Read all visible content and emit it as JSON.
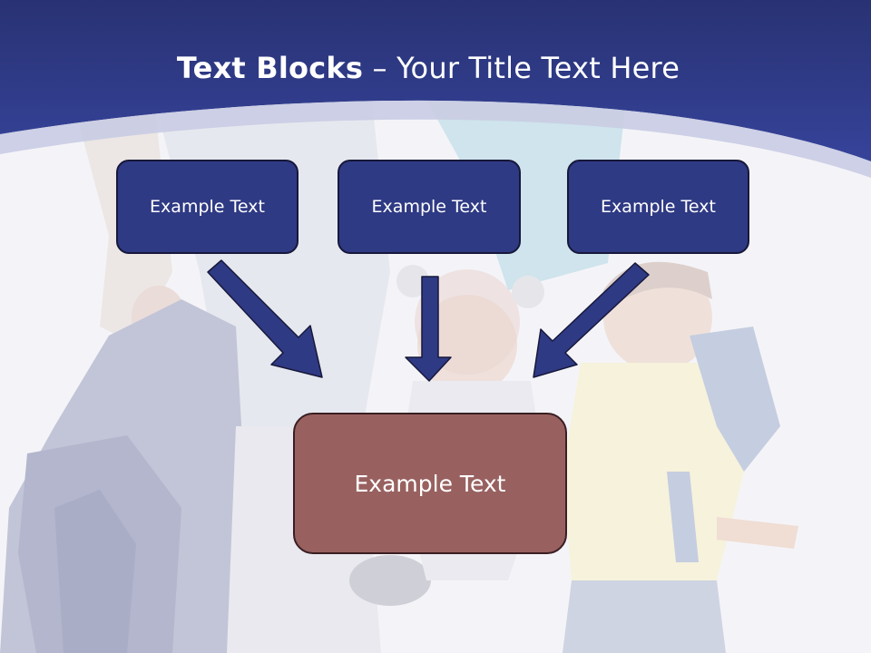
{
  "slide": {
    "title_bold": "Text Blocks",
    "title_separator": " – ",
    "title_rest": "Your Title Text Here",
    "blocks": [
      {
        "label": "Example Text"
      },
      {
        "label": "Example Text"
      },
      {
        "label": "Example Text"
      }
    ],
    "main_block": {
      "label": "Example Text"
    }
  },
  "colors": {
    "header_blue": "#2f3a84",
    "block_blue": "#2f3a84",
    "block_border": "#17183b",
    "main_block_fill": "#986160",
    "arrow_fill": "#2f3a84",
    "title_text": "#ffffff"
  }
}
